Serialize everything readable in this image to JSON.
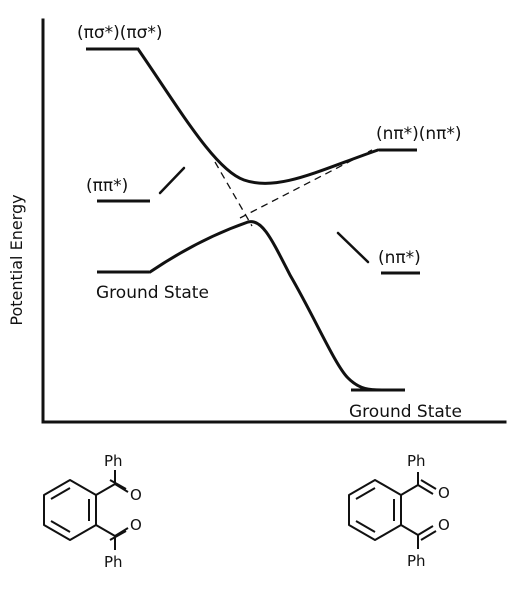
{
  "axis": {
    "ylabel": "Potential Energy"
  },
  "levels": {
    "pisigma_pair": "(πσ*)(πσ*)",
    "pipi": "(ππ*)",
    "ground_left": "Ground State",
    "npi_pair": "(nπ*)(nπ*)",
    "npi": "(nπ*)",
    "ground_right": "Ground State"
  },
  "structures": {
    "left": {
      "top_substituent": "Ph",
      "bottom_substituent": "Ph",
      "atom_1": "O",
      "atom_2": "O"
    },
    "right": {
      "top_substituent": "Ph",
      "bottom_substituent": "Ph",
      "atom_1": "O",
      "atom_2": "O"
    }
  }
}
